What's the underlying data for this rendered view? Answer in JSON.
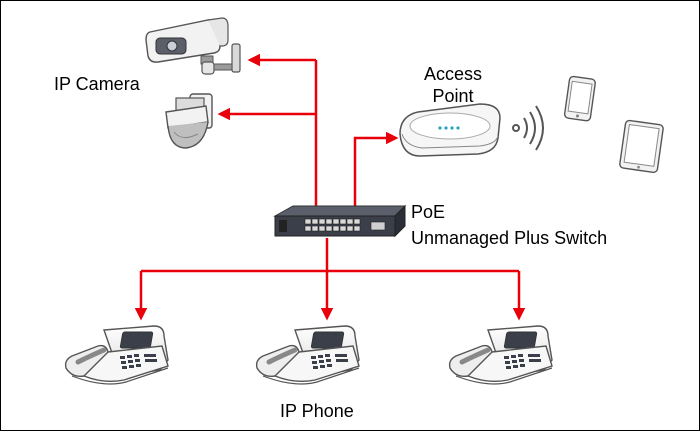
{
  "labels": {
    "ip_camera": "IP Camera",
    "access_point_line1": "Access",
    "access_point_line2": "Point",
    "switch_line1": "PoE",
    "switch_line2": "Unmanaged Plus Switch",
    "ip_phone": "IP Phone"
  },
  "colors": {
    "connection": "#e8000b",
    "border": "#000000",
    "device_light": "#f2f2f2",
    "device_dark": "#3a3f4a"
  },
  "icons": [
    "camera-icon",
    "dome-camera-icon",
    "access-point-icon",
    "wifi-signal-icon",
    "smartphone-icon",
    "tablet-icon",
    "poe-switch-icon",
    "desk-phone-icon"
  ]
}
